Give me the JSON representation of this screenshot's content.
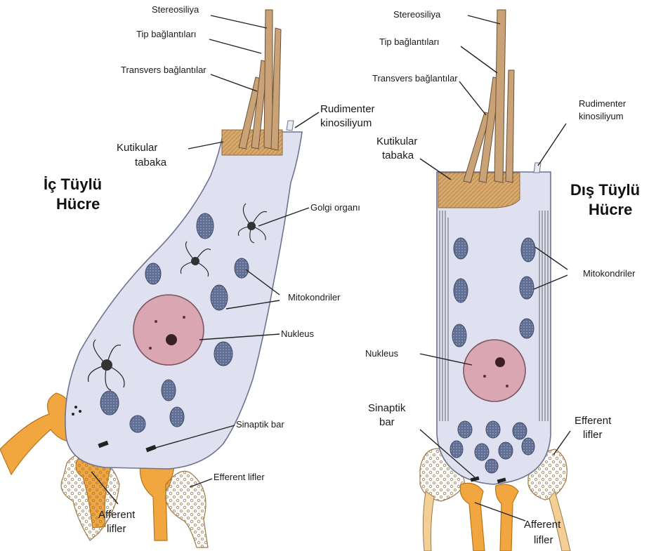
{
  "colors": {
    "cytoplasm": "#dfe1f0",
    "cell_outline": "#6f7390",
    "nucleus": "#d9a6b2",
    "nucleus_outline": "#7a5560",
    "mitochondria": "#5f6e92",
    "stereocilia": "#c9a278",
    "cuticular_plate": "#d9a86b",
    "nerve_fiber": "#f2a640",
    "efferent_terminal": "#f3cf96"
  },
  "inner_cell": {
    "title_line1": "İç Tüylü",
    "title_line2": "Hücre",
    "labels": {
      "stereocilia": "Stereosiliya",
      "tip_links": "Tip bağlantıları",
      "transverse_links": "Transvers bağlantılar",
      "kinocilium_line1": "Rudimenter",
      "kinocilium_line2": "kinosiliyum",
      "cuticular_line1": "Kutikular",
      "cuticular_line2": "tabaka",
      "golgi": "Golgi organı",
      "mitochondria": "Mitokondriler",
      "nucleus": "Nukleus",
      "synaptic_bar": "Sinaptik bar",
      "efferent": "Efferent lifler",
      "afferent_line1": "Afferent",
      "afferent_line2": "lifler"
    }
  },
  "outer_cell": {
    "title_line1": "Dış Tüylü",
    "title_line2": "Hücre",
    "labels": {
      "stereocilia": "Stereosiliya",
      "tip_links": "Tip bağlantıları",
      "transverse_links": "Transvers bağlantılar",
      "kinocilium_line1": "Rudimenter",
      "kinocilium_line2": "kinosiliyum",
      "cuticular_line1": "Kutikular",
      "cuticular_line2": "tabaka",
      "mitochondria": "Mitokondriler",
      "nucleus": "Nukleus",
      "synaptic_line1": "Sinaptik",
      "synaptic_line2": "bar",
      "efferent_line1": "Efferent",
      "efferent_line2": "lifler",
      "afferent_line1": "Afferent",
      "afferent_line2": "lifler"
    }
  }
}
